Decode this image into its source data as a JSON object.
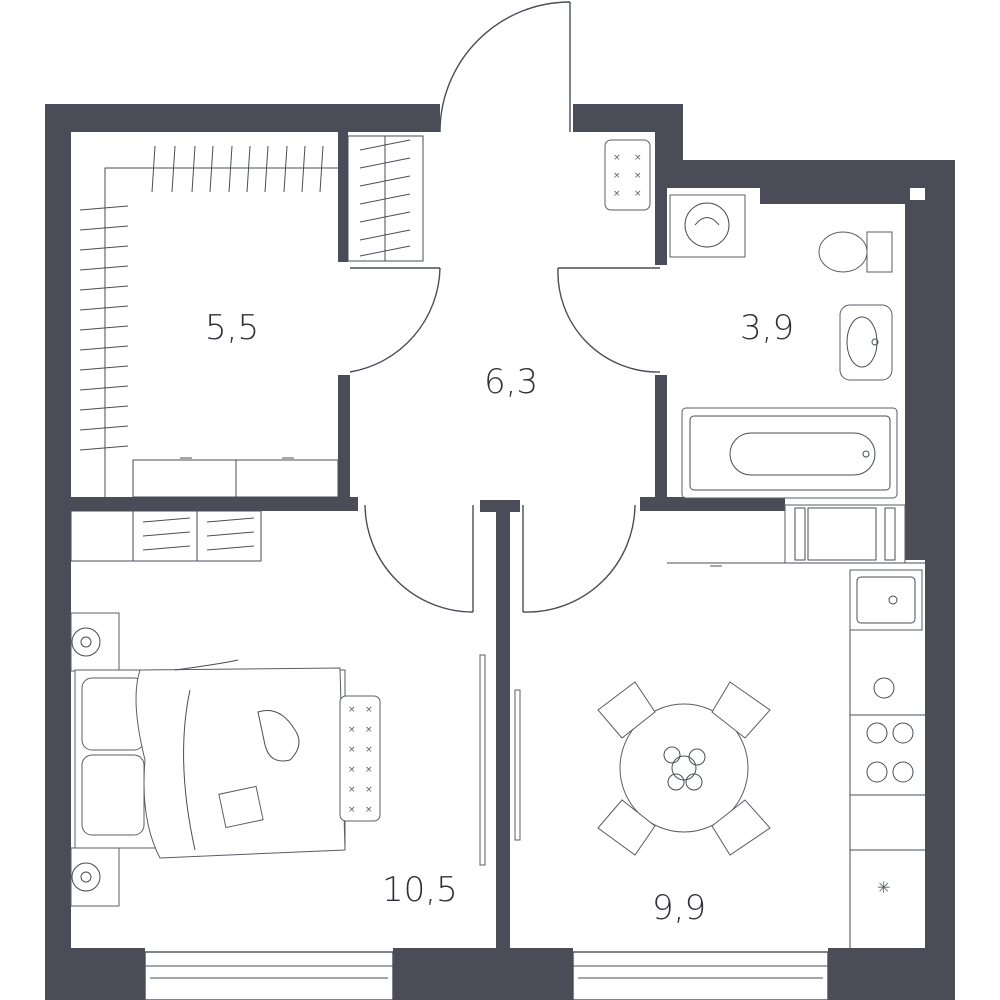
{
  "rooms": {
    "wardrobe": {
      "area": "5,5"
    },
    "hall": {
      "area": "6,3"
    },
    "bathroom": {
      "area": "3,9"
    },
    "bedroom": {
      "area": "10,5"
    },
    "kitchen": {
      "area": "9,9"
    }
  },
  "colors": {
    "wall": "#4a4d57",
    "line": "#5a5d66",
    "background": "#ffffff"
  }
}
